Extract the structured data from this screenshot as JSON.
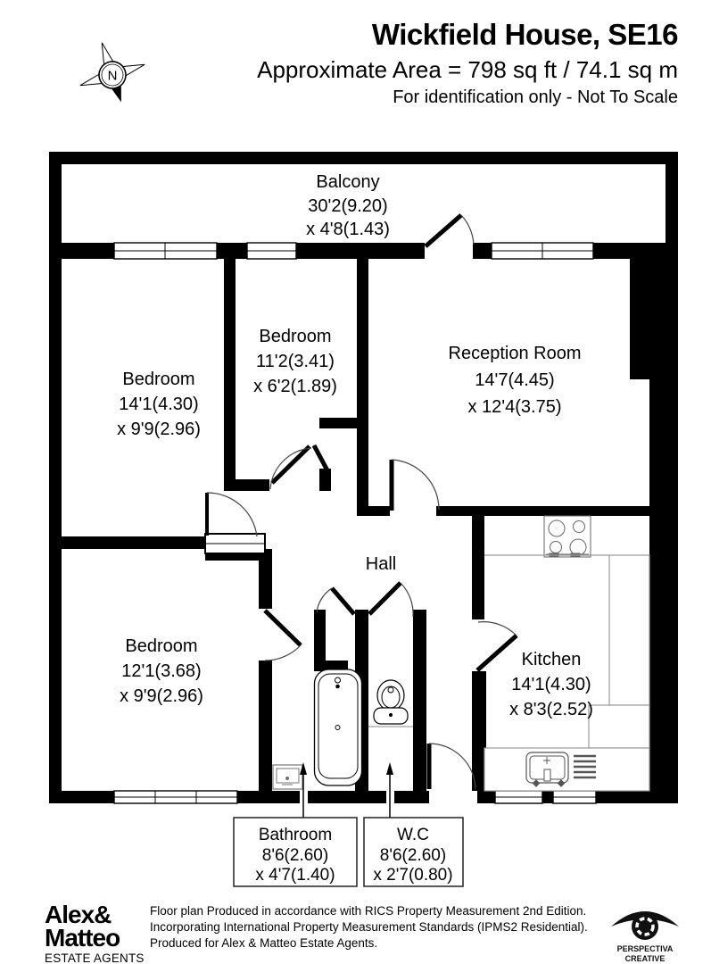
{
  "header": {
    "title": "Wickfield House, SE16",
    "area": "Approximate Area = 798 sq ft / 74.1 sq m",
    "note": "For identification only - Not To Scale",
    "compass": "N"
  },
  "rooms": {
    "balcony": {
      "name": "Balcony",
      "dim1": "30'2(9.20)",
      "dim2": "x 4'8(1.43)"
    },
    "bedroom_top_left": {
      "name": "Bedroom",
      "dim1": "14'1(4.30)",
      "dim2": "x 9'9(2.96)"
    },
    "bedroom_middle": {
      "name": "Bedroom",
      "dim1": "11'2(3.41)",
      "dim2": "x 6'2(1.89)"
    },
    "reception": {
      "name": "Reception Room",
      "dim1": "14'7(4.45)",
      "dim2": "x 12'4(3.75)"
    },
    "hall": {
      "name": "Hall"
    },
    "bedroom_bottom_left": {
      "name": "Bedroom",
      "dim1": "12'1(3.68)",
      "dim2": "x 9'9(2.96)"
    },
    "kitchen": {
      "name": "Kitchen",
      "dim1": "14'1(4.30)",
      "dim2": "x 8'3(2.52)"
    },
    "bathroom": {
      "name": "Bathroom",
      "dim1": "8'6(2.60)",
      "dim2": "x 4'7(1.40)"
    },
    "wc": {
      "name": "W.C",
      "dim1": "8'6(2.60)",
      "dim2": "x 2'7(0.80)"
    }
  },
  "footer": {
    "agency": {
      "line1": "Alex&",
      "line2": "Matteo",
      "line3": "ESTATE AGENTS"
    },
    "disclaimer": [
      "Floor plan Produced in accordance with RICS Property Measurement 2nd Edition.",
      "Incorporating International Property Measurement Standards (IPMS2  Residential).",
      "Produced for Alex & Matteo Estate Agents."
    ],
    "creative": {
      "line1": "PERSPECTIVA",
      "line2": "CREATIVE"
    }
  },
  "colors": {
    "wall": "#000000",
    "text": "#000000",
    "background": "#ffffff"
  }
}
